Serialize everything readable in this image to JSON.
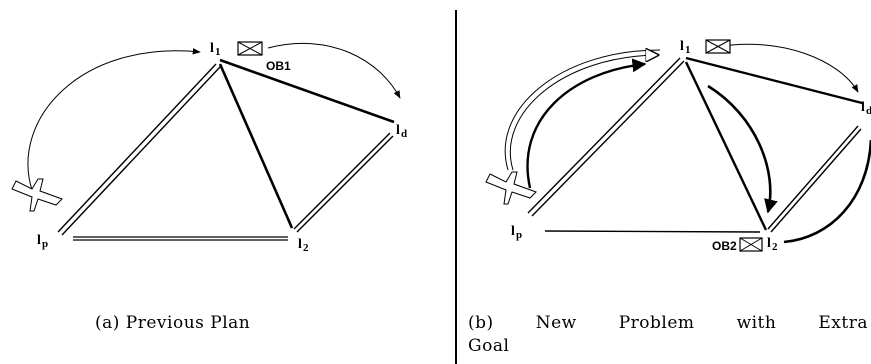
{
  "panel_a": {
    "nodes": {
      "l1": {
        "main": "l",
        "sub": "1"
      },
      "ld": {
        "main": "l",
        "sub": "d"
      },
      "l2": {
        "main": "l",
        "sub": "2"
      },
      "lp": {
        "main": "l",
        "sub": "p"
      }
    },
    "object_label": "OB1",
    "caption": "(a) Previous Plan"
  },
  "panel_b": {
    "nodes": {
      "l1": {
        "main": "l",
        "sub": "1"
      },
      "ld": {
        "main": "l",
        "sub": "d"
      },
      "l2": {
        "main": "l",
        "sub": "2"
      },
      "lp": {
        "main": "l",
        "sub": "p"
      }
    },
    "object_label": "OB2",
    "caption_words": [
      "(b)",
      "New",
      "Problem",
      "with",
      "Extra"
    ],
    "caption_line2": "Goal"
  }
}
